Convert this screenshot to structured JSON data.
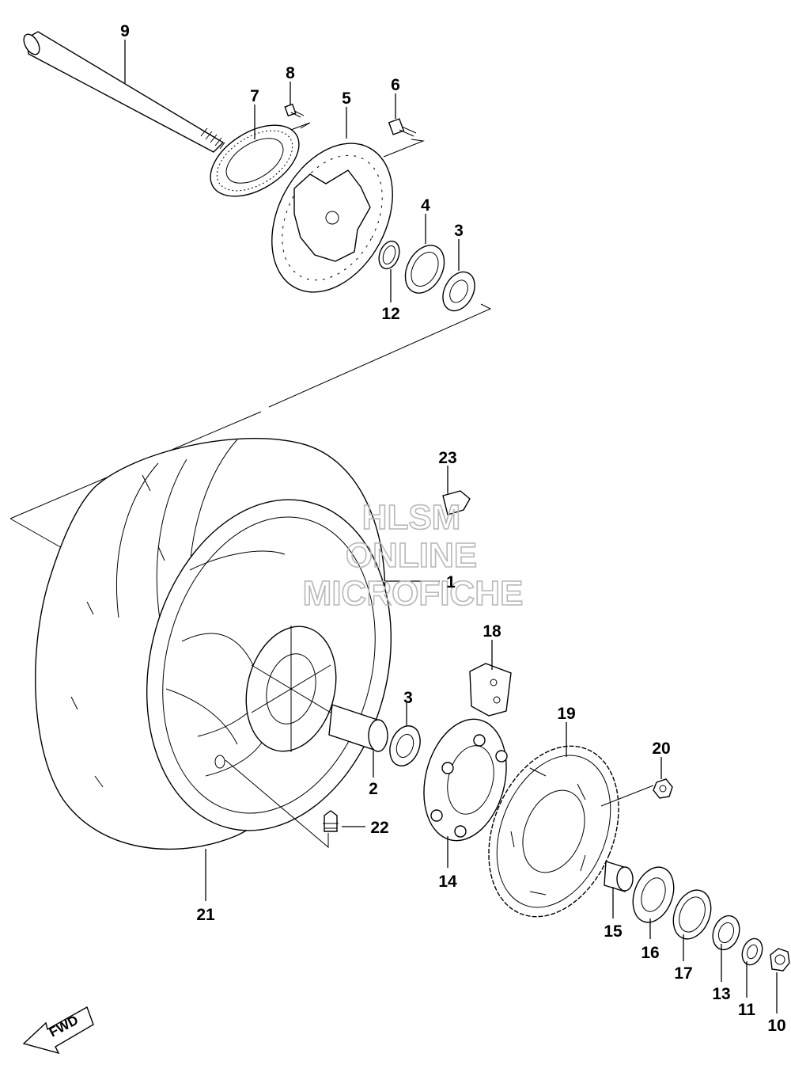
{
  "callouts": {
    "p1": "1",
    "p2": "2",
    "p3a": "3",
    "p3b": "3",
    "p4": "4",
    "p5": "5",
    "p6": "6",
    "p7": "7",
    "p8": "8",
    "p9": "9",
    "p10": "10",
    "p11": "11",
    "p12": "12",
    "p13": "13",
    "p14": "14",
    "p15": "15",
    "p16": "16",
    "p17": "17",
    "p18": "18",
    "p19": "19",
    "p20": "20",
    "p21": "21",
    "p22": "22",
    "p23": "23"
  },
  "watermark": {
    "line1": "HLSM",
    "line2": "ONLINE",
    "line3": "MICROFICHE"
  },
  "direction_label": "FWD",
  "colors": {
    "ink": "#000000",
    "watermark": "#b8b8b8",
    "background": "#ffffff"
  }
}
